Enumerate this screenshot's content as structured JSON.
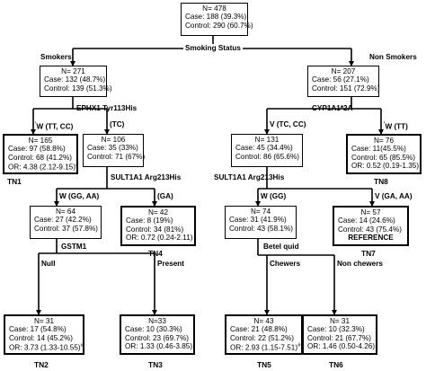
{
  "nodes": {
    "root": {
      "n": "N= 478",
      "case": "Case: 188 (39.3%)",
      "control": "Control: 290 (60.7%)"
    },
    "smokers": {
      "n": "N= 271",
      "case": "Case: 132 (48.7%)",
      "control": "Control: 139 (51.3%)"
    },
    "nonsmokers": {
      "n": "N= 207",
      "case": "Case: 56 (27.1%)",
      "control": "Control: 151 (72.9%)"
    },
    "tn1": {
      "n": "N= 165",
      "case": "Case: 97 (58.8%)",
      "control": "Control: 68 (41.2%)",
      "or": "OR: 4.38 (2.12-9.15)",
      "or_mark": "#"
    },
    "tc": {
      "n": "N= 106",
      "case": "Case: 35 (33%)",
      "control": "Control: 71 (67%)"
    },
    "v_tc_cc": {
      "n": "N= 131",
      "case": "Case: 45 (34.4%)",
      "control": "Control: 86 (65.6%)"
    },
    "tn8": {
      "n": "N= 76",
      "case": "Case: 11(45.5%)",
      "control": "Control: 65 (85.5%)",
      "or": "OR: 0.52 (0.19-1.35)"
    },
    "w_gg_aa": {
      "n": "N= 64",
      "case": "Case: 27 (42.2%)",
      "control": "Control: 37 (57.8%)"
    },
    "tn4": {
      "n": "N= 42",
      "case": "Case: 8 (19%)",
      "control": "Control: 34 (81%)",
      "or": "OR: 0.72 (0.24-2.11)"
    },
    "w_gg": {
      "n": "N= 74",
      "case": "Case: 31 (41.9%)",
      "control": "Control: 43 (58.1%)"
    },
    "tn7": {
      "n": "N= 57",
      "case": "Case: 14 (24.6%)",
      "control": "Control: 43 (75.4%)",
      "ref": "REFERENCE"
    },
    "tn2": {
      "n": "N= 31",
      "case": "Case: 17 (54.8%)",
      "control": "Control: 14 (45.2%)",
      "or": "OR: 3.73 (1.33-10.55)",
      "or_mark": "#"
    },
    "tn3": {
      "n": "N=33",
      "case": "Case: 10 (30.3%)",
      "control": "Control: 23 (69.7%)",
      "or": "OR: 1.33 (0.46-3.85)"
    },
    "tn5": {
      "n": "N= 43",
      "case": "Case: 21 (48.8%)",
      "control": "Control: 22 (51.2%)",
      "or": "OR: 2.93 (1.15-7.51)",
      "or_mark": "#"
    },
    "tn6": {
      "n": "N= 31",
      "case": "Case: 10 (32.3%)",
      "control": "Control: 21 (67.7%)",
      "or": "OR: 1.46 (0.50-4.26)"
    }
  },
  "splits": {
    "smoking": "Smoking Status",
    "ephx1": "EPHX1 Tyr113His",
    "cyp1a1": "CYP1A1*2A",
    "sult_left": "SULT1A1 Arg213His",
    "sult_right": "SULT1A1 Arg213His",
    "gstm1": "GSTM1",
    "betel": "Betel quid"
  },
  "branches": {
    "smokers": "Smokers",
    "nonsmokers": "Non Smokers",
    "w_tt_cc": "W (TT, CC)",
    "w_tt_cc_mark": "'",
    "tc": "(TC)",
    "v_tc_cc": "V (TC, CC)",
    "w_tt": "W (TT)",
    "w_tt_mark": "'",
    "w_gg_aa": "W (GG, AA)",
    "ga": "(GA)",
    "w_gg": "W (GG)",
    "v_ga_aa": "V (GA, AA)",
    "null": "Null",
    "present": "Present",
    "chewers": "Chewers",
    "nonchewers": "Non chewers"
  },
  "terminals": {
    "tn1": "TN1",
    "tn8": "TN8",
    "tn4": "TN4",
    "tn7": "TN7",
    "tn2": "TN2",
    "tn3": "TN3",
    "tn5": "TN5",
    "tn6": "TN6"
  }
}
